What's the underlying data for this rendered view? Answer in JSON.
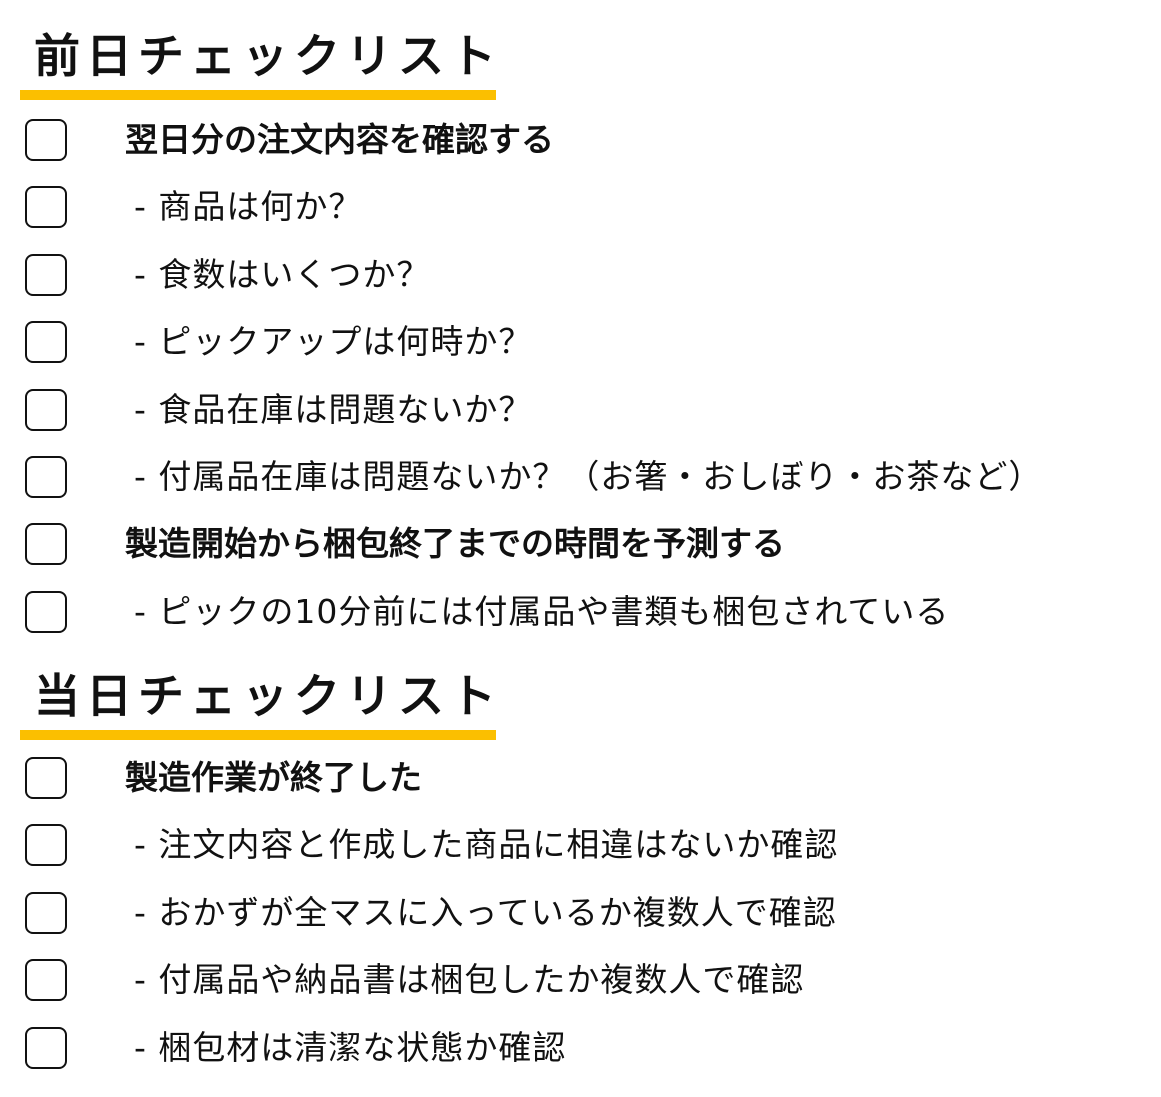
{
  "sections": [
    {
      "title": "前日チェックリスト",
      "items": [
        {
          "text": "翌日分の注文内容を確認する",
          "level": "main"
        },
        {
          "text": "- 商品は何か？",
          "level": "sub"
        },
        {
          "text": "- 食数はいくつか？",
          "level": "sub"
        },
        {
          "text": "- ピックアップは何時か？",
          "level": "sub"
        },
        {
          "text": "- 食品在庫は問題ないか？",
          "level": "sub"
        },
        {
          "text": "- 付属品在庫は問題ないか？（お箸・おしぼり・お茶など）",
          "level": "sub"
        },
        {
          "text": "製造開始から梱包終了までの時間を予測する",
          "level": "main"
        },
        {
          "text": "- ピックの10分前には付属品や書類も梱包されている",
          "level": "sub"
        }
      ]
    },
    {
      "title": "当日チェックリスト",
      "items": [
        {
          "text": "製造作業が終了した",
          "level": "main"
        },
        {
          "text": "- 注文内容と作成した商品に相違はないか確認",
          "level": "sub"
        },
        {
          "text": "- おかずが全マスに入っているか複数人で確認",
          "level": "sub"
        },
        {
          "text": "- 付属品や納品書は梱包したか複数人で確認",
          "level": "sub"
        },
        {
          "text": "- 梱包材は清潔な状態か確認",
          "level": "sub"
        }
      ]
    }
  ],
  "colors": {
    "accent": "#fbbf00",
    "text": "#111111"
  }
}
